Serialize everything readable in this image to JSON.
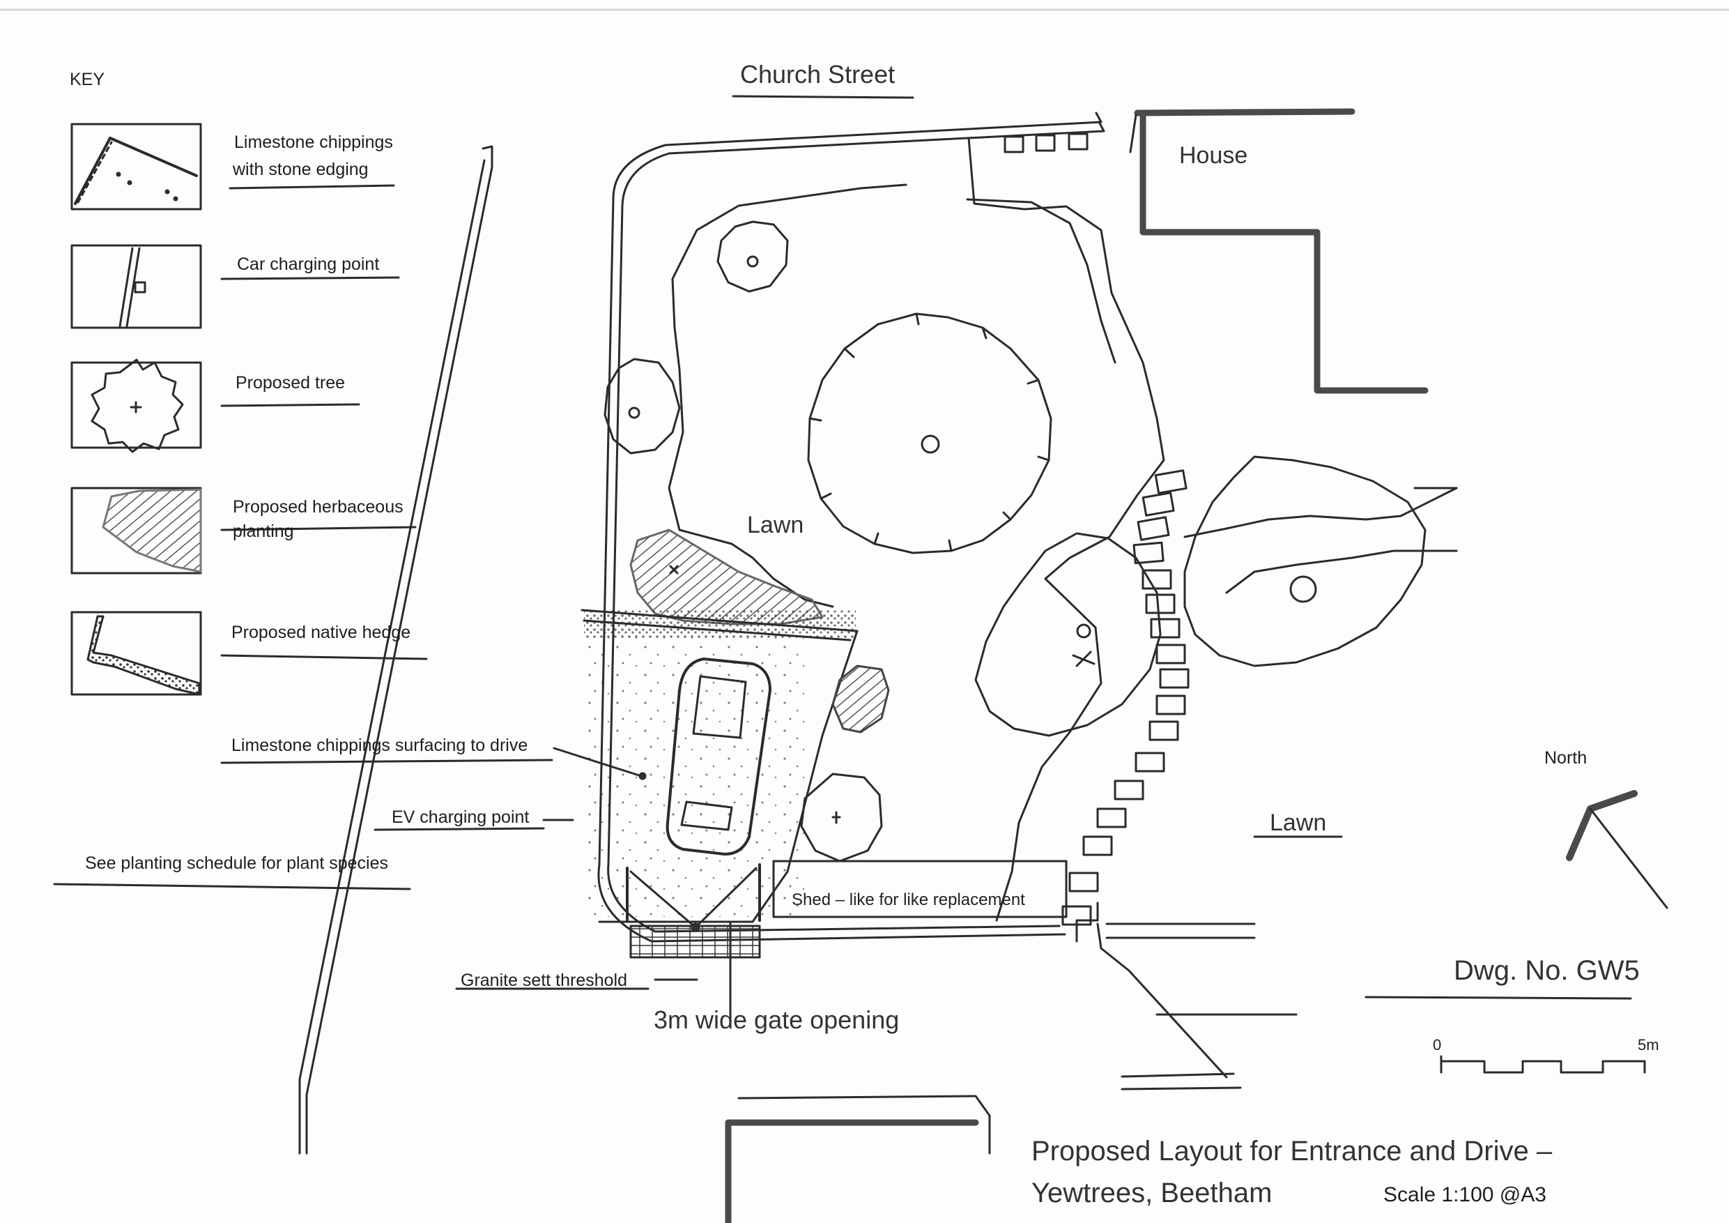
{
  "street": "Church Street",
  "key": {
    "title": "KEY",
    "items": [
      {
        "line1": "Limestone chippings",
        "line2": "with stone edging"
      },
      {
        "line1": "Car charging point",
        "line2": ""
      },
      {
        "line1": "Proposed tree",
        "line2": ""
      },
      {
        "line1": "Proposed herbaceous",
        "line2": "planting"
      },
      {
        "line1": "Proposed native hedge",
        "line2": ""
      }
    ]
  },
  "labels": {
    "house": "House",
    "lawn_main": "Lawn",
    "lawn_east": "Lawn",
    "north": "North",
    "shed": "Shed – like for like replacement",
    "drive_surface": "Limestone chippings surfacing to drive",
    "ev_point": "EV charging point",
    "schedule_note": "See planting schedule for plant species",
    "threshold": "Granite sett threshold",
    "gate": "3m wide gate opening"
  },
  "drawing": {
    "number": "Dwg. No. GW5",
    "title_line1": "Proposed Layout for Entrance and Drive –",
    "title_line2": "Yewtrees, Beetham",
    "scale": "Scale 1:100 @A3",
    "scale_bar_start": "0",
    "scale_bar_end": "5m"
  },
  "colors": {
    "ink": "#2b2b2b",
    "building_wall": "#4a4a4a",
    "hatch": "#555555"
  }
}
